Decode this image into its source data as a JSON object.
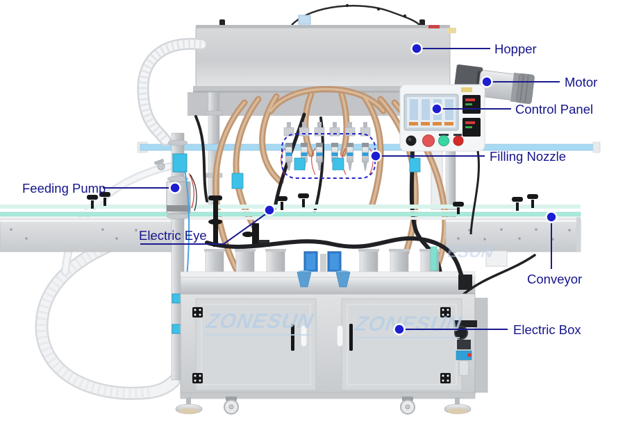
{
  "watermark": {
    "text": "ZONESUN",
    "color": "#b9cfe6"
  },
  "annotations": {
    "text_color": "#14148c",
    "line_color": "#1b1b8f",
    "dot_color": "#1d1dd2",
    "labels": [
      {
        "id": "hopper",
        "text": "Hopper"
      },
      {
        "id": "motor",
        "text": "Motor"
      },
      {
        "id": "control-panel",
        "text": "Control Panel"
      },
      {
        "id": "filling-nozzle",
        "text": "Filling Nozzle"
      },
      {
        "id": "feeding-pump",
        "text": "Feeding Pump"
      },
      {
        "id": "electric-eye",
        "text": "Electric Eye"
      },
      {
        "id": "conveyor",
        "text": "Conveyor"
      },
      {
        "id": "electric-box",
        "text": "Electric Box"
      }
    ]
  },
  "machine": {
    "parts": [
      "hopper",
      "motor",
      "control-panel",
      "filling-nozzles",
      "feeding-pump",
      "electric-eye-sensor",
      "conveyor",
      "electric-box-cabinet"
    ],
    "colors": {
      "stainless": "#d6d8da",
      "accent_cyan": "#3ec1e8",
      "belt_mint": "#a9e9da",
      "hose_tan": "#c09672",
      "screen_blue": "#e4ecf3",
      "button_red": "#e35555",
      "button_green": "#3bd6a2",
      "nozzle_band_blue": "#2f9fd8",
      "bar_blue": "#a8d9f2"
    }
  }
}
